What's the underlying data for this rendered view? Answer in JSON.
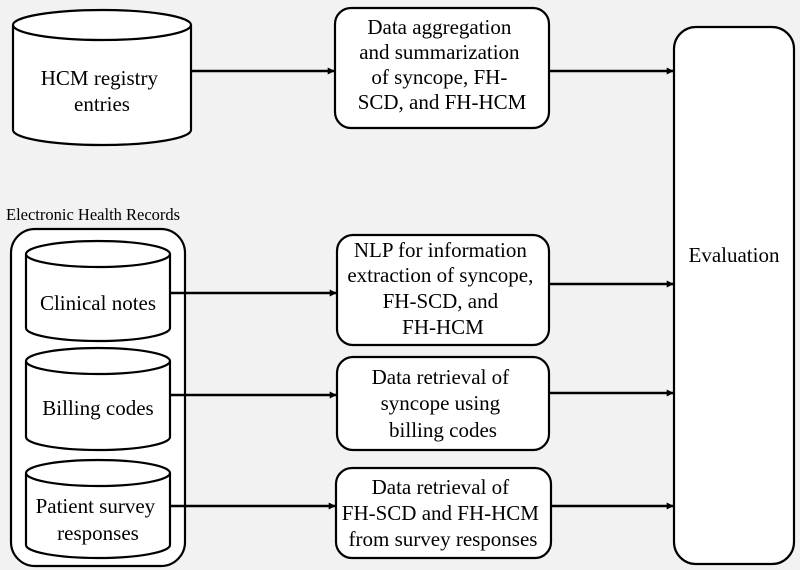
{
  "diagram": {
    "group_label": "Electronic Health Records",
    "sources": {
      "registry": [
        "HCM registry",
        "entries"
      ],
      "notes": [
        "Clinical notes"
      ],
      "billing": [
        "Billing codes"
      ],
      "survey": [
        "Patient survey",
        "responses"
      ]
    },
    "processes": {
      "aggregation": [
        "Data aggregation",
        "and summarization",
        "of syncope, FH-",
        "SCD, and FH-HCM"
      ],
      "nlp": [
        "NLP for information",
        "extraction of syncope,",
        "FH-SCD, and",
        "FH-HCM"
      ],
      "billing_retrieval": [
        "Data retrieval of",
        "syncope using",
        "billing codes"
      ],
      "survey_retrieval": [
        "Data retrieval of",
        "FH-SCD and FH-HCM",
        "from survey responses"
      ]
    },
    "evaluation": "Evaluation"
  }
}
